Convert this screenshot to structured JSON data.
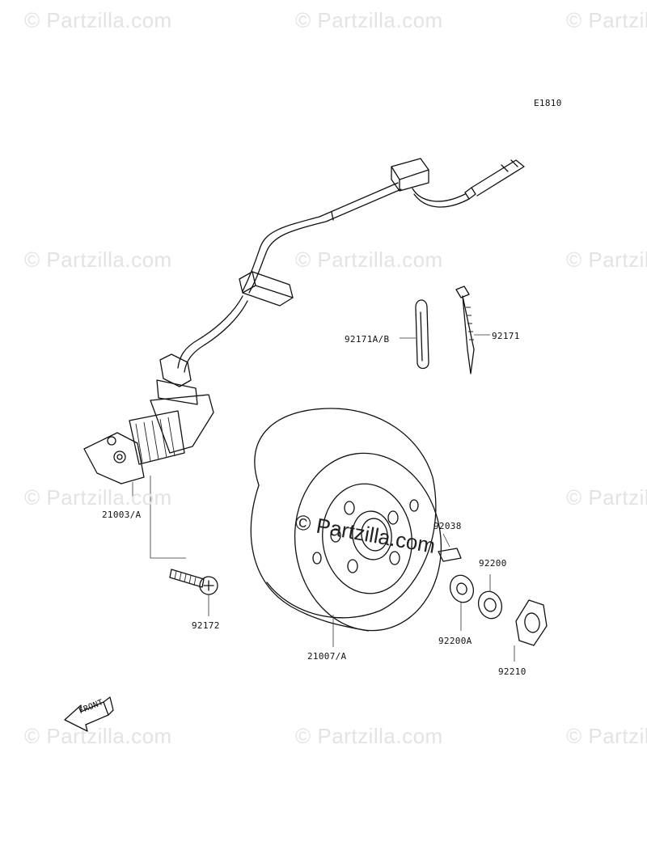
{
  "diagram": {
    "code": "E1810",
    "watermark": "© Partzilla.com",
    "center_watermark": "© Partzilla.com",
    "front_arrow_label": "FRONT",
    "labels": {
      "p92171ab": "92171A/B",
      "p92171": "92171",
      "p21003a": "21003/A",
      "p92038": "92038",
      "p92200": "92200",
      "p92200a": "92200A",
      "p92172": "92172",
      "p21007a": "21007/A",
      "p92210": "92210"
    }
  }
}
